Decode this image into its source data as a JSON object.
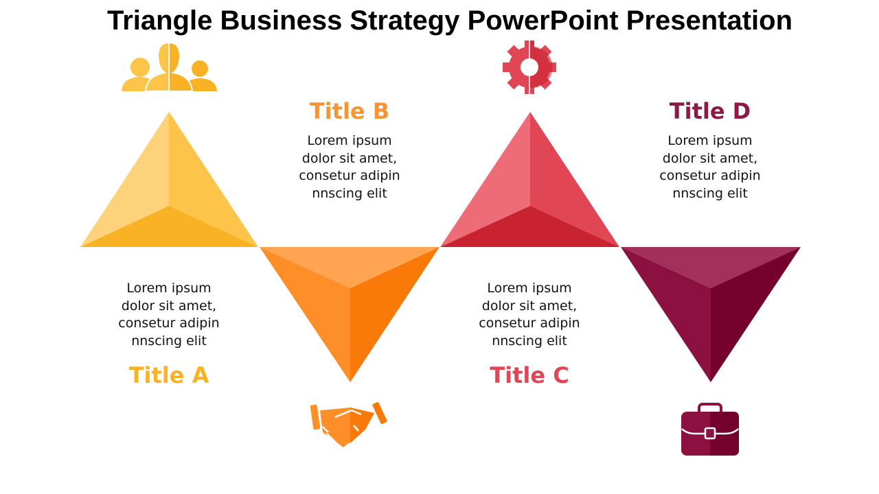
{
  "slide_title": "Triangle Business Strategy PowerPoint Presentation",
  "colors": {
    "a": "#F9B224",
    "b": "#F79433",
    "c": "#E04654",
    "d": "#8C1A45"
  },
  "items": [
    {
      "title": "Title A",
      "icon": "people-icon",
      "lines": [
        "Lorem ipsum",
        "dolor sit amet,",
        "consetur adipin",
        "nnscing elit"
      ]
    },
    {
      "title": "Title B",
      "icon": "handshake-icon",
      "lines": [
        "Lorem ipsum",
        "dolor sit amet,",
        "consetur adipin",
        "nnscing elit"
      ]
    },
    {
      "title": "Title C",
      "icon": "gear-icon",
      "lines": [
        "Lorem ipsum",
        "dolor sit amet,",
        "consetur adipin",
        "nnscing elit"
      ]
    },
    {
      "title": "Title D",
      "icon": "briefcase-icon",
      "lines": [
        "Lorem ipsum",
        "dolor sit amet,",
        "consetur adipin",
        "nnscing elit"
      ]
    }
  ]
}
